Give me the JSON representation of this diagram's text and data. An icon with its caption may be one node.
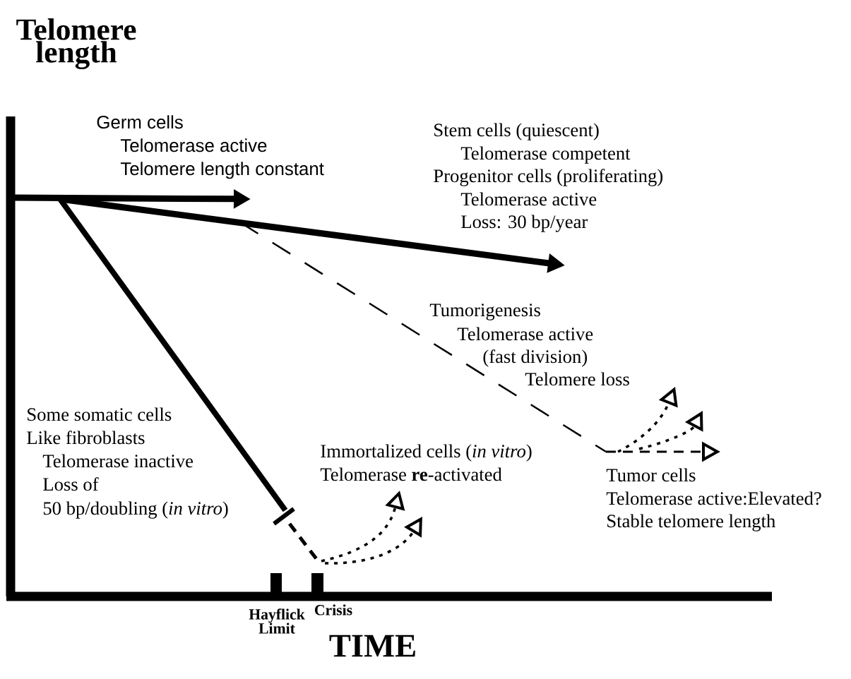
{
  "diagram": {
    "labels": [
      "Telomere length",
      "Germ cells",
      "Telomerase active",
      "Telomere length constant",
      "Stem cells (quiescent)",
      "Telomerase competent",
      "Progenitor cells (proliferating)",
      "Telomerase active",
      "Loss: 30 bp/year",
      "Tumorigenesis",
      "Telomerase active",
      "(fast division)",
      "Telomere loss",
      "Some somatic cells",
      "Like fibroblasts",
      "Telomerase inactive",
      "Loss of",
      "50 bp/doubling (*in vitro*)",
      "Immortalized cells (*in vitro*)",
      "Telomerase **re**-activated",
      "Tumor cells",
      "Telomerase active:Elevated?",
      "Stable telomere length",
      "Hayflick Limit",
      "Crisis",
      "TIME"
    ]
  }
}
